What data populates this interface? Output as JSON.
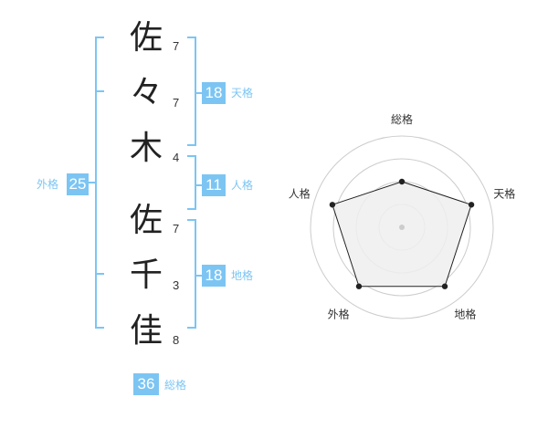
{
  "name_chars": [
    {
      "char": "佐",
      "strokes": "7"
    },
    {
      "char": "々",
      "strokes": "7"
    },
    {
      "char": "木",
      "strokes": "4"
    },
    {
      "char": "佐",
      "strokes": "7"
    },
    {
      "char": "千",
      "strokes": "3"
    },
    {
      "char": "佳",
      "strokes": "8"
    }
  ],
  "fortunes": {
    "tenkaku": {
      "value": "18",
      "label": "天格"
    },
    "jinkaku": {
      "value": "11",
      "label": "人格"
    },
    "chikaku": {
      "value": "18",
      "label": "地格"
    },
    "gaikaku": {
      "value": "25",
      "label": "外格"
    },
    "soukaku": {
      "value": "36",
      "label": "総格"
    }
  },
  "chart_data": {
    "type": "radar",
    "axes": [
      "総格",
      "天格",
      "地格",
      "外格",
      "人格"
    ],
    "values": [
      0.5,
      0.8,
      0.8,
      0.8,
      0.8
    ],
    "range": [
      0,
      1
    ],
    "rings": 4,
    "colors": {
      "fill": "#eeeeee",
      "line": "#222222",
      "ring": "#cccccc",
      "accent": "#7cc5f3"
    }
  }
}
